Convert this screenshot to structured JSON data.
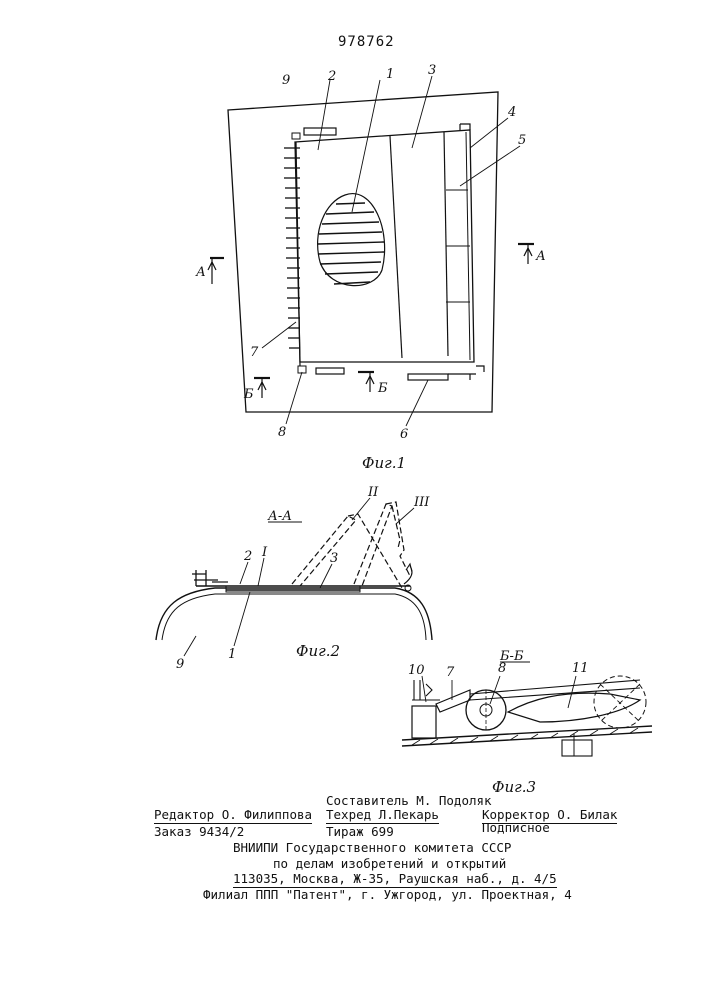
{
  "patent": {
    "number": "978762"
  },
  "figure1": {
    "caption": "Фиг.1",
    "labels": [
      "9",
      "2",
      "1",
      "3",
      "4",
      "5",
      "7",
      "8",
      "6"
    ],
    "section_marks": {
      "a_left": "А",
      "a_right": "А",
      "b_left": "Б",
      "b_mid": "Б"
    }
  },
  "figure2": {
    "caption": "Фиг.2",
    "section_title": "А-А",
    "labels": [
      "2",
      "I",
      "3",
      "II",
      "III",
      "9",
      "1"
    ]
  },
  "figure3": {
    "caption": "Фиг.3",
    "section_title": "Б-Б",
    "labels": [
      "10",
      "7",
      "8",
      "11"
    ]
  },
  "imprint": {
    "compiler": "Составитель М. Подоляк",
    "editor": "Редактор О. Филиппова",
    "techred": "Техред Л.Пекарь",
    "corrector": "Корректор О. Билак",
    "order": "Заказ 9434/2",
    "circulation": "Тираж 699",
    "subscription": "Подписное",
    "org_line1": "ВНИИПИ Государственного комитета СССР",
    "org_line2": "по делам изобретений и открытий",
    "address": "113035, Москва, Ж-35, Раушская наб., д. 4/5",
    "branch": "Филиал ППП \"Патент\", г. Ужгород, ул. Проектная, 4"
  }
}
